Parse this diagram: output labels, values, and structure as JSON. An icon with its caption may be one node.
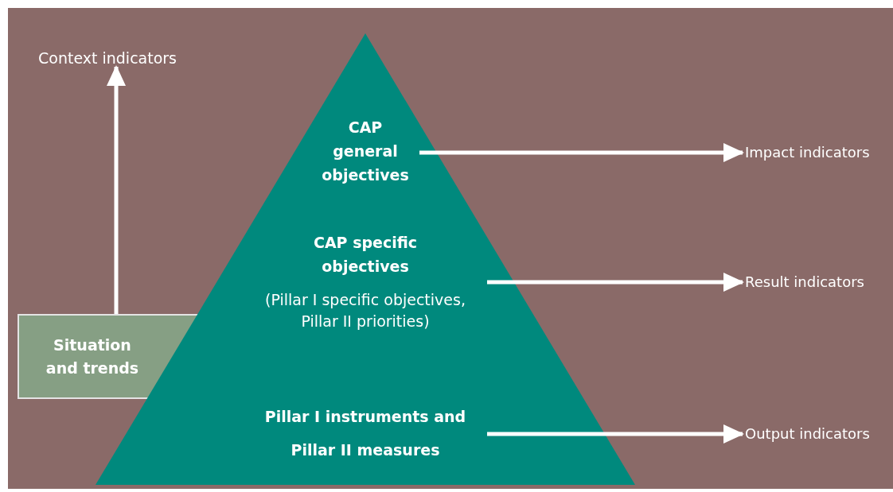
{
  "diagram": {
    "nodes": [
      {
        "text": [
          "Context indicators"
        ]
      },
      {
        "text": [
          "Situation and trends"
        ]
      },
      {
        "text": [],
        "shape": "triangle"
      },
      {
        "text": [
          "CAP general objectives"
        ],
        "in": 2
      },
      {
        "text": [
          "CAP specific objectives",
          "(Pillar I specific objectives, Pillar II priorities)"
        ],
        "in": 2
      },
      {
        "text": [
          "Pillar I instruments and Pillar II measures"
        ],
        "in": 2
      },
      {
        "text": [
          "Impact indicators"
        ]
      },
      {
        "text": [
          "Result indicators"
        ]
      },
      {
        "text": [
          "Output indicators"
        ]
      }
    ],
    "edges": [
      {
        "from": 1,
        "to": 0,
        "arrow": "to"
      },
      {
        "from": 3,
        "to": 6,
        "arrow": "to"
      },
      {
        "from": 4,
        "to": 7,
        "arrow": "to"
      },
      {
        "from": 5,
        "to": 8,
        "arrow": "to"
      }
    ]
  }
}
